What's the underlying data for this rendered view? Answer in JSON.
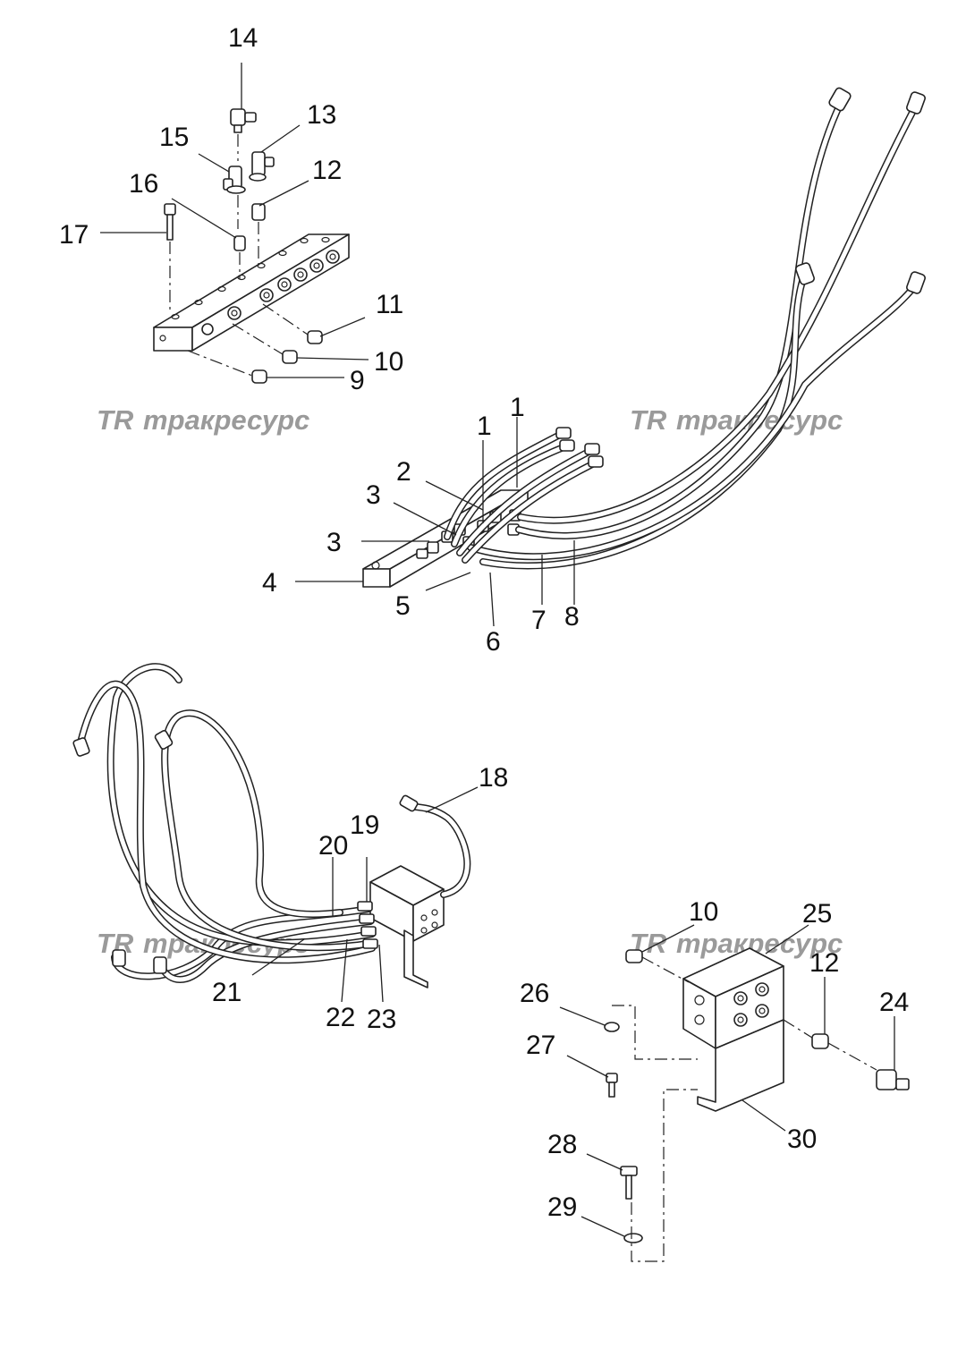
{
  "watermark": {
    "text": "тракресурс",
    "logo_letters": "TR",
    "color": "#9a9a9a"
  },
  "callouts": [
    {
      "id": "c14",
      "label": "14"
    },
    {
      "id": "c13",
      "label": "13"
    },
    {
      "id": "c15",
      "label": "15"
    },
    {
      "id": "c12a",
      "label": "12"
    },
    {
      "id": "c16",
      "label": "16"
    },
    {
      "id": "c17",
      "label": "17"
    },
    {
      "id": "c11",
      "label": "11"
    },
    {
      "id": "c10a",
      "label": "10"
    },
    {
      "id": "c9",
      "label": "9"
    },
    {
      "id": "c1a",
      "label": "1"
    },
    {
      "id": "c1b",
      "label": "1"
    },
    {
      "id": "c2",
      "label": "2"
    },
    {
      "id": "c3a",
      "label": "3"
    },
    {
      "id": "c3b",
      "label": "3"
    },
    {
      "id": "c4",
      "label": "4"
    },
    {
      "id": "c5",
      "label": "5"
    },
    {
      "id": "c6",
      "label": "6"
    },
    {
      "id": "c7",
      "label": "7"
    },
    {
      "id": "c8",
      "label": "8"
    },
    {
      "id": "c18",
      "label": "18"
    },
    {
      "id": "c19",
      "label": "19"
    },
    {
      "id": "c20",
      "label": "20"
    },
    {
      "id": "c21",
      "label": "21"
    },
    {
      "id": "c22",
      "label": "22"
    },
    {
      "id": "c23",
      "label": "23"
    },
    {
      "id": "c10b",
      "label": "10"
    },
    {
      "id": "c25",
      "label": "25"
    },
    {
      "id": "c12b",
      "label": "12"
    },
    {
      "id": "c24",
      "label": "24"
    },
    {
      "id": "c26",
      "label": "26"
    },
    {
      "id": "c27",
      "label": "27"
    },
    {
      "id": "c30",
      "label": "30"
    },
    {
      "id": "c28",
      "label": "28"
    },
    {
      "id": "c29",
      "label": "29"
    }
  ]
}
